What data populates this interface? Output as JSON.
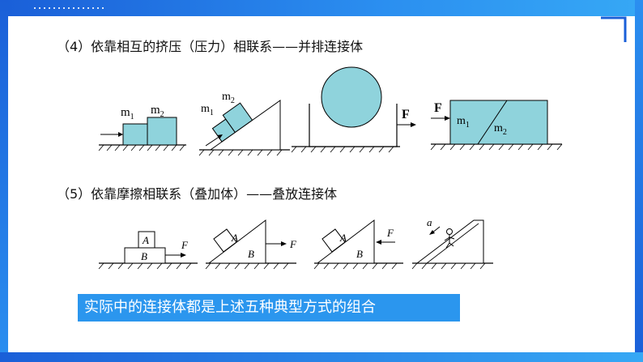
{
  "section4": {
    "title": "（4）依靠相互的挤压（压力）相联系——并排连接体",
    "labels": {
      "m1": "m",
      "m2": "m",
      "sub1": "1",
      "sub2": "2",
      "F": "F"
    }
  },
  "section5": {
    "title": "（5）依靠摩擦相联系（叠加体）——叠放连接体",
    "labels": {
      "A": "A",
      "B": "B",
      "F": "F",
      "a": "a"
    }
  },
  "summary": "实际中的连接体都是上述五种典型方式的组合",
  "colors": {
    "frame": "#1a5fd8",
    "block_fill": "#8fd3dc",
    "banner": "#2b96ee"
  }
}
